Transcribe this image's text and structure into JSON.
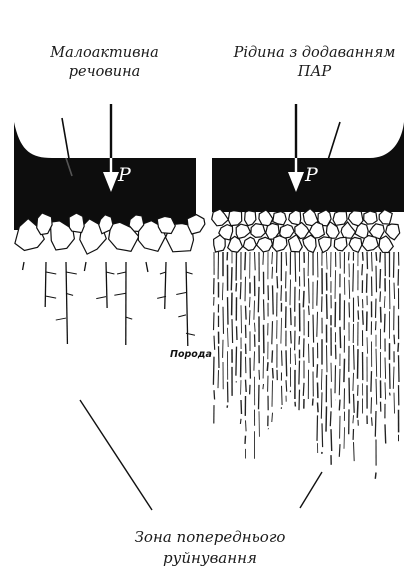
{
  "labels": {
    "left_top_line1": "Малоактивна",
    "left_top_line2": "речовина",
    "right_top_line1": "Рідина з додаванням",
    "right_top_line2": "ПАР",
    "force_left": "P",
    "force_right": "P",
    "rock": "Порода",
    "zone_line1": "Зона попереднього",
    "zone_line2": "руйнування"
  }
}
